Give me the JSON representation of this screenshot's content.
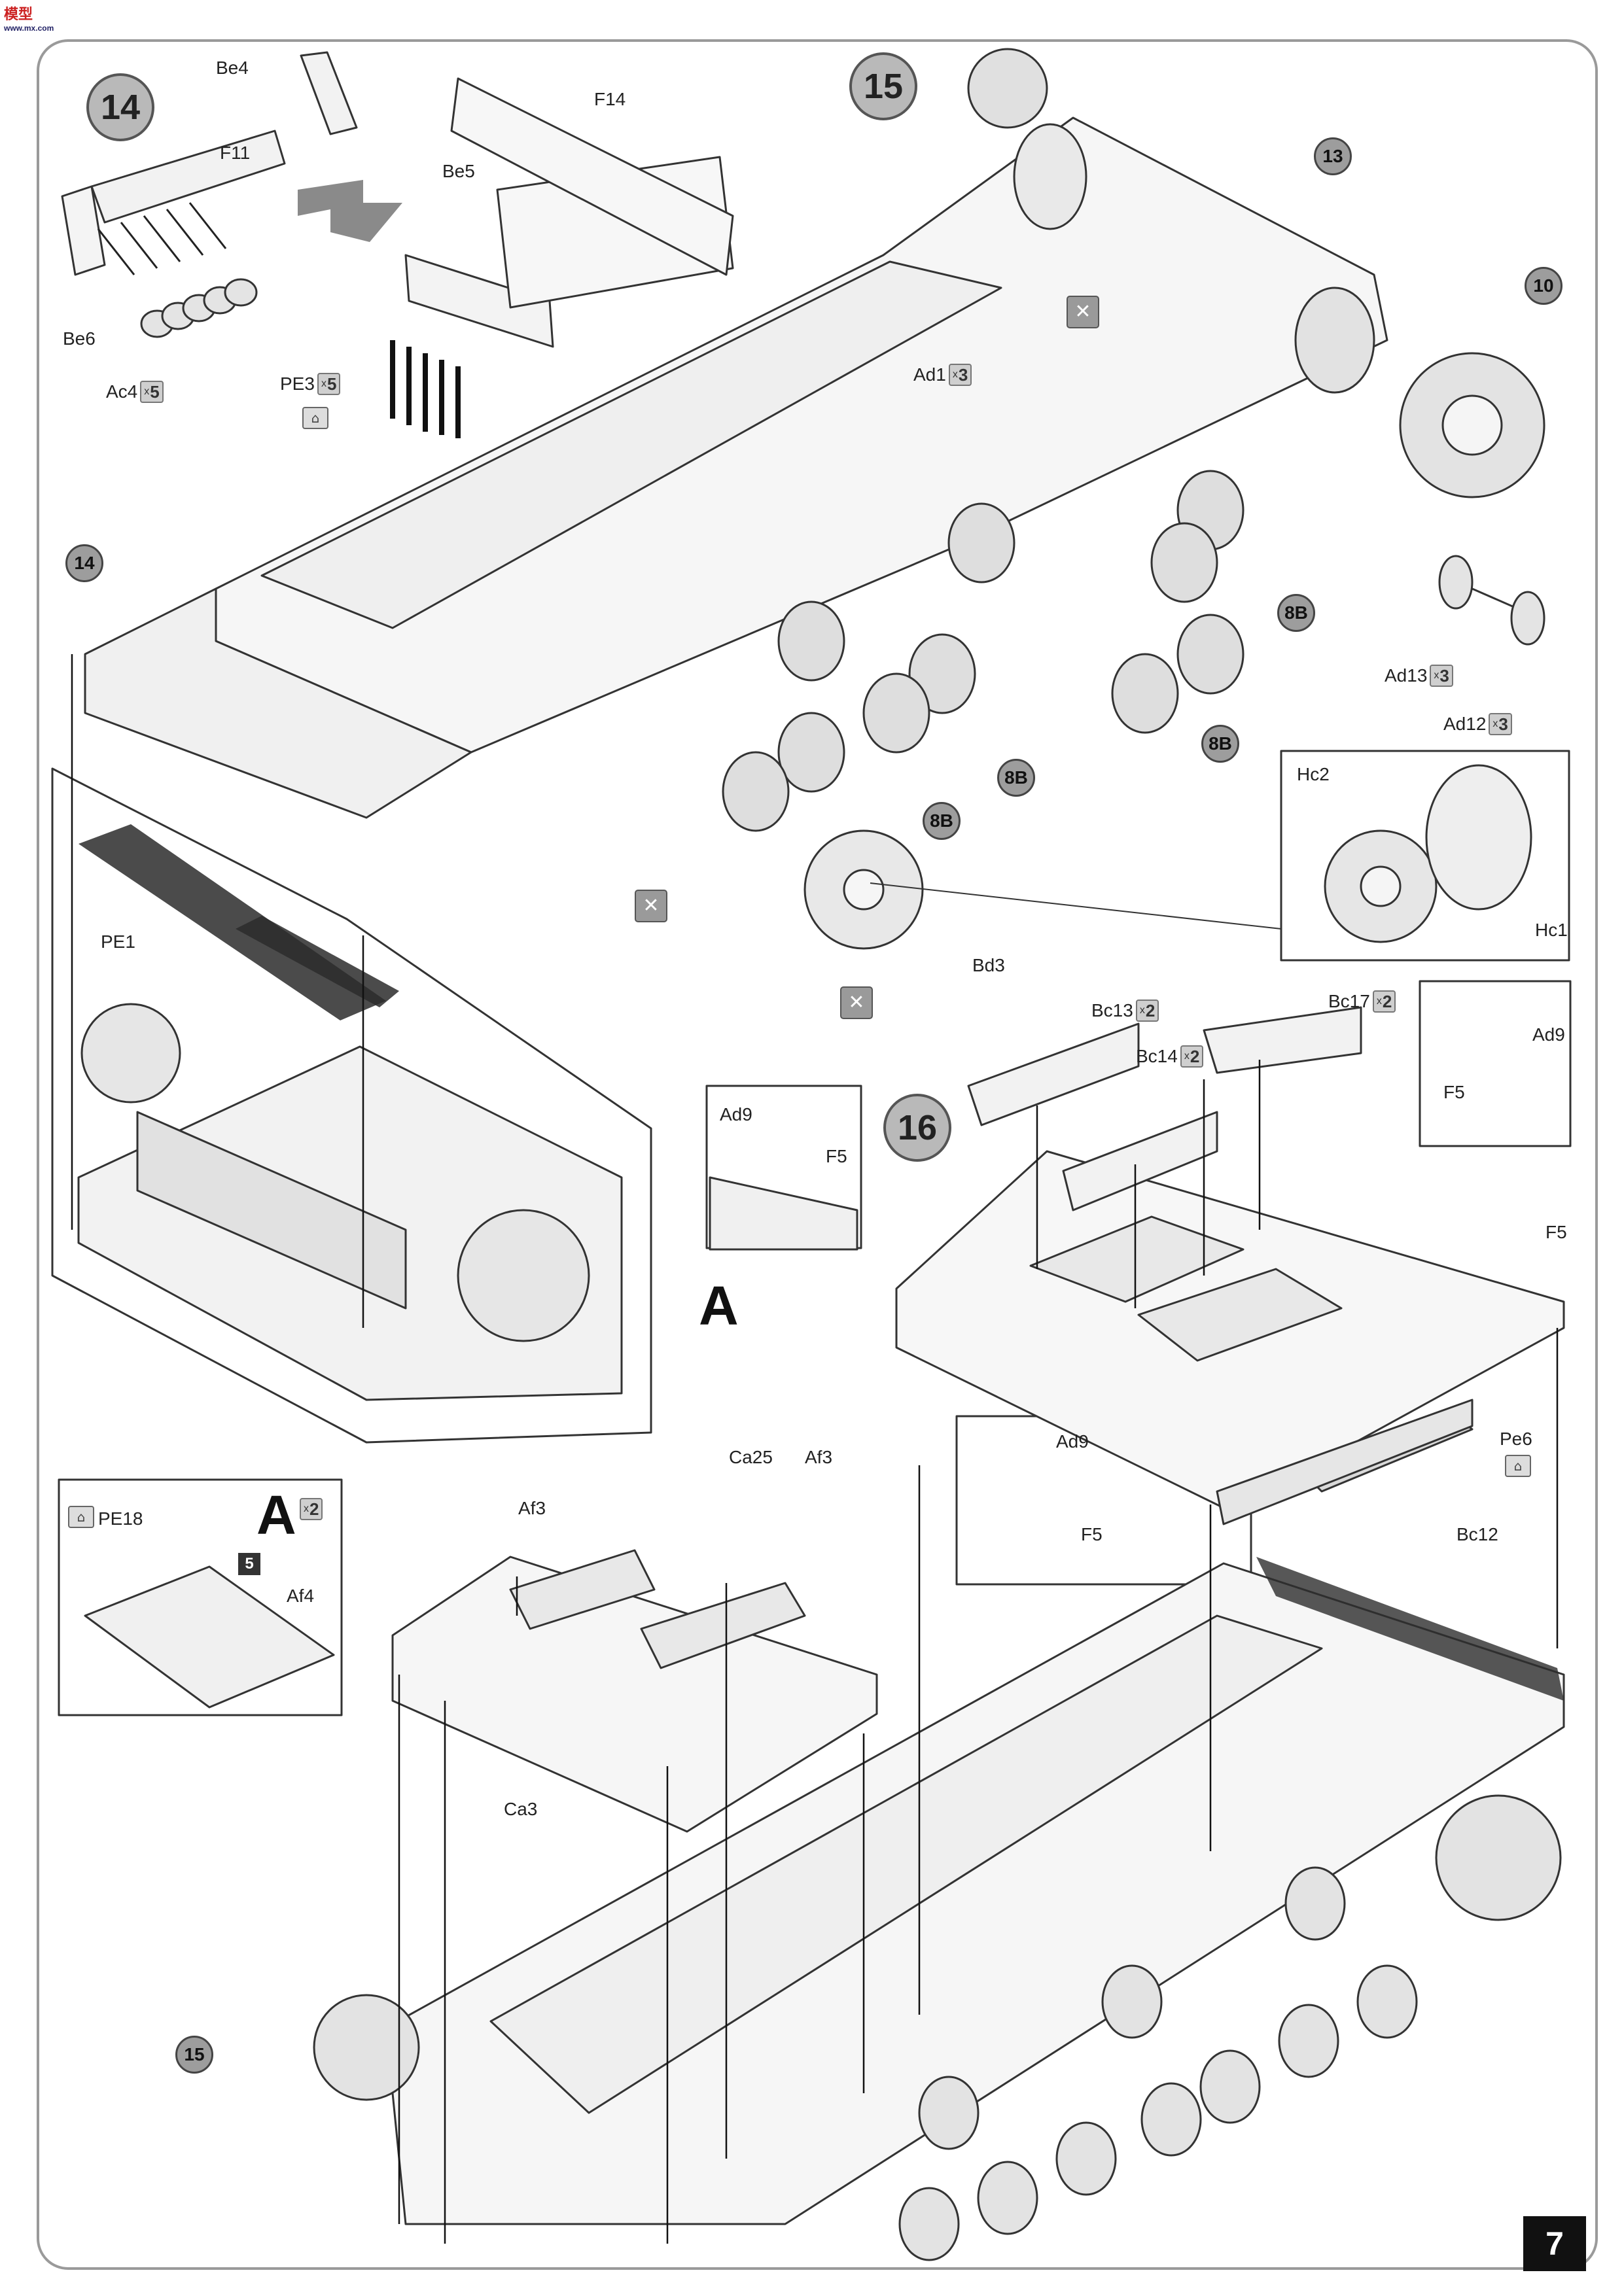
{
  "page": {
    "number": "7",
    "brand": "模型",
    "brand_sub": "www.mx.com"
  },
  "steps": {
    "s14": "14",
    "s15": "15",
    "s16": "16",
    "ref14": "14",
    "ref15": "15",
    "ref13": "13",
    "ref10": "10",
    "b8": "8B"
  },
  "labels": {
    "be4": "Be4",
    "f11": "F11",
    "f14": "F14",
    "be5": "Be5",
    "be6": "Be6",
    "ac4": "Ac4",
    "pe3": "PE3",
    "pe1": "PE1",
    "ad1": "Ad1",
    "ad13": "Ad13",
    "ad12": "Ad12",
    "hc2": "Hc2",
    "hc1": "Hc1",
    "bd3": "Bd3",
    "bc13": "Bc13",
    "bc14": "Bc14",
    "bc17": "Bc17",
    "ad9": "Ad9",
    "f5": "F5",
    "pe6": "Pe6",
    "bc12": "Bc12",
    "ca25": "Ca25",
    "af3": "Af3",
    "ca3": "Ca3",
    "pe18": "PE18",
    "af4": "Af4",
    "a": "A"
  },
  "qty": {
    "ac4": "5",
    "pe3": "5",
    "ad1": "3",
    "ad13": "3",
    "ad12": "3",
    "bc13": "2",
    "bc14": "2",
    "bc17": "2",
    "a_inset": "2"
  },
  "inset_step": "5",
  "icons": [
    "photo-etch-icon",
    "no-glue-icon",
    "arrow-icon"
  ]
}
